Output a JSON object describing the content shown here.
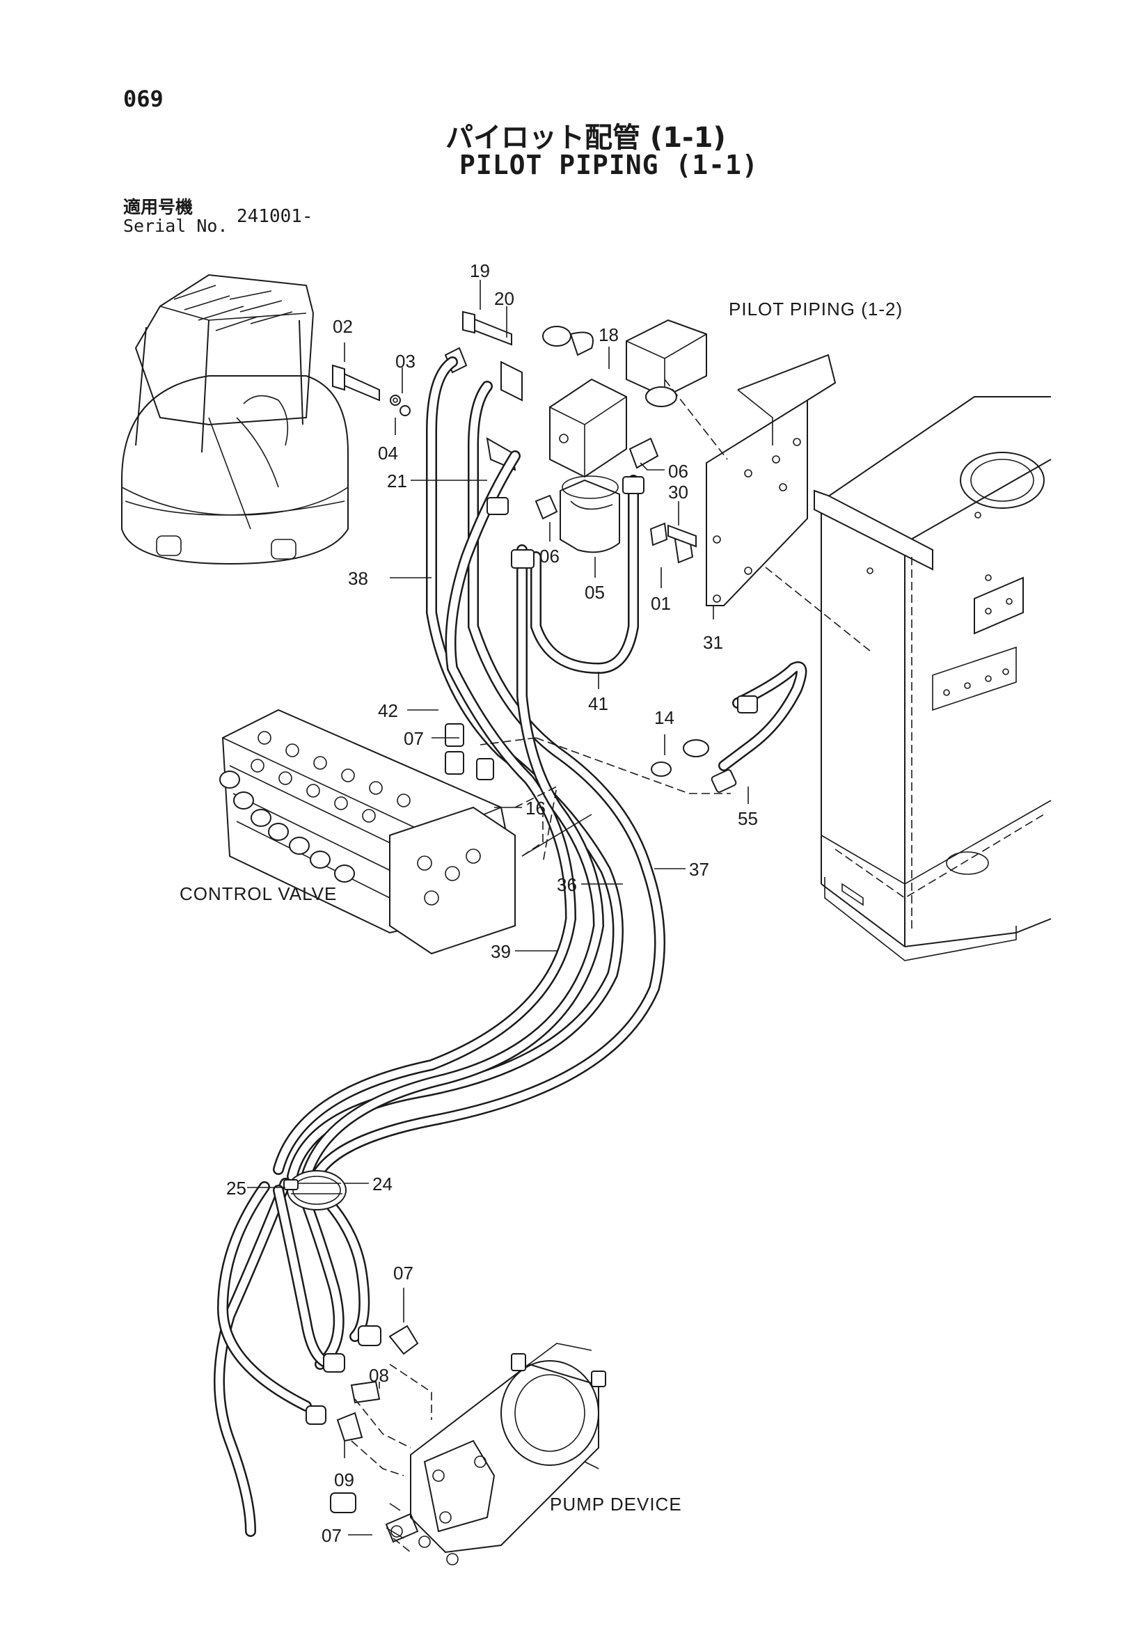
{
  "page_number": "069",
  "title_jp": "パイロット配管 (1-1)",
  "title_en": "PILOT PIPING (1-1)",
  "serial_label_jp": "適用号機",
  "serial_label_en": "Serial No.",
  "serial_value": "241001-",
  "labels": {
    "pilot_piping_ref": "PILOT PIPING (1-2)",
    "control_valve": "CONTROL VALVE",
    "pump_device": "PUMP DEVICE"
  },
  "parts": {
    "p19": "19",
    "p20": "20",
    "p02": "02",
    "p03": "03",
    "p04": "04",
    "p18": "18",
    "p21": "21",
    "p06a": "06",
    "p06b": "06",
    "p30": "30",
    "p05": "05",
    "p01": "01",
    "p31": "31",
    "p38": "38",
    "p41": "41",
    "p42": "42",
    "p07a": "07",
    "p14": "14",
    "p16": "16",
    "p55": "55",
    "p36": "36",
    "p37": "37",
    "p39": "39",
    "p25": "25",
    "p24": "24",
    "p07b": "07",
    "p08": "08",
    "p09": "09",
    "p07c": "07"
  }
}
